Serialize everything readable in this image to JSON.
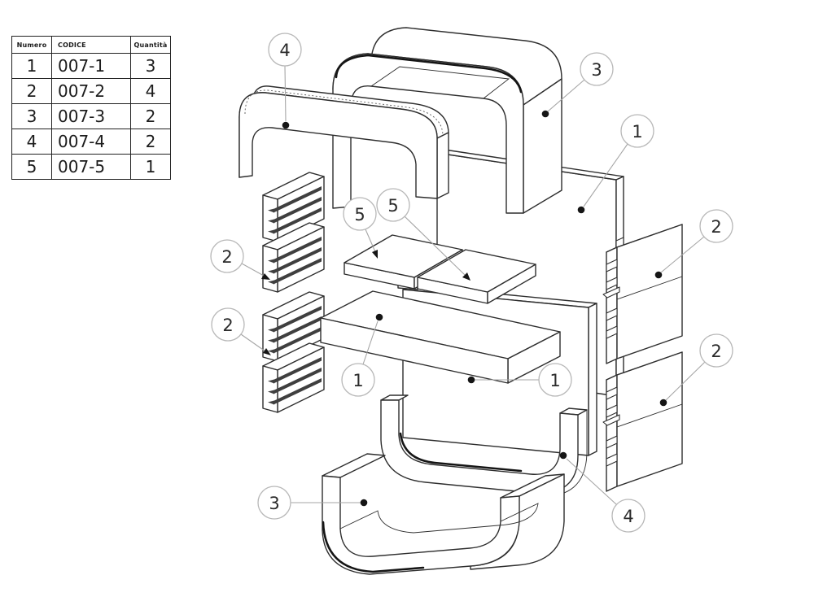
{
  "table": {
    "headers": {
      "numero": "Numero",
      "codice": "CODICE",
      "quantita": "Quantità"
    },
    "rows": [
      {
        "numero": "1",
        "codice": "007-1",
        "quantita": "3"
      },
      {
        "numero": "2",
        "codice": "007-2",
        "quantita": "4"
      },
      {
        "numero": "3",
        "codice": "007-3",
        "quantita": "2"
      },
      {
        "numero": "4",
        "codice": "007-4",
        "quantita": "2"
      },
      {
        "numero": "5",
        "codice": "007-5",
        "quantita": "1"
      }
    ]
  },
  "balloons": [
    {
      "label": "4"
    },
    {
      "label": "3"
    },
    {
      "label": "1"
    },
    {
      "label": "2"
    },
    {
      "label": "2"
    },
    {
      "label": "5"
    },
    {
      "label": "5"
    },
    {
      "label": "2"
    },
    {
      "label": "2"
    },
    {
      "label": "1"
    },
    {
      "label": "1"
    },
    {
      "label": "3"
    },
    {
      "label": "4"
    }
  ],
  "colors": {
    "line": "#2e2e2e",
    "leader": "#a6a6a6",
    "balloon_stroke": "#b8b8b8",
    "fin_shadow": "#3f3f3f",
    "background": "#ffffff"
  }
}
